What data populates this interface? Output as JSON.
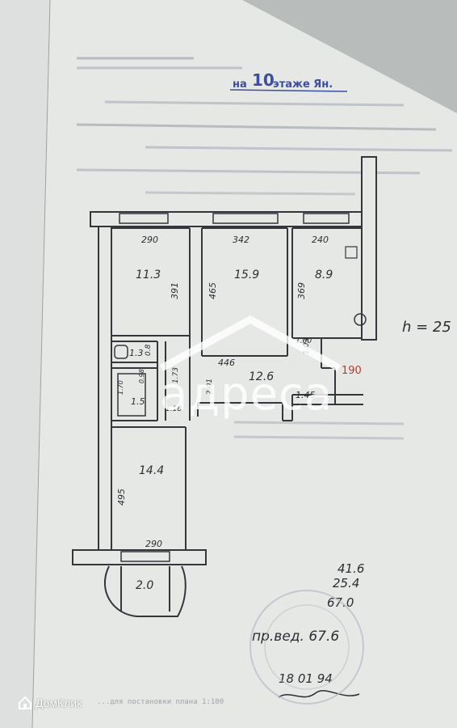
{
  "header": {
    "floor_prefix": "на",
    "floor_number": "10",
    "floor_suffix": "этаже Ян."
  },
  "rooms": [
    {
      "id": "room-1",
      "width": "290",
      "length": "391",
      "area": "11.3"
    },
    {
      "id": "room-2",
      "width": "342",
      "length": "465",
      "area": "15.9"
    },
    {
      "id": "kitchen",
      "width": "240",
      "length": "369",
      "area": "8.9"
    },
    {
      "id": "corridor",
      "width": "446",
      "area": "12.6"
    },
    {
      "id": "bath",
      "area": "1.3"
    },
    {
      "id": "toilet",
      "area": "1.5"
    },
    {
      "id": "room-3",
      "width": "290",
      "length": "495",
      "area": "14.4"
    },
    {
      "id": "balcony",
      "area": "2.0"
    }
  ],
  "dimensions": {
    "bath_w": "0.8",
    "wc_h": "1.73",
    "wc_w": "1.18",
    "corr_h": "2.01",
    "niche_h": "1.03",
    "niche_w": "1.00",
    "entry_w": "1.45",
    "closet": "1.70",
    "wc_inner": "0.98"
  },
  "ceiling_height": "h = 25",
  "red_mark": "190",
  "totals": {
    "living": "41.6",
    "auxiliary": "25.4",
    "total": "67.0",
    "reduced": "пр.вед. 67.6",
    "date": "18 01 94"
  },
  "footer_note": "...для постановки плана 1:100",
  "watermark": "адреса",
  "logo": {
    "text": "ДомКлик",
    "icon": "house-icon"
  }
}
